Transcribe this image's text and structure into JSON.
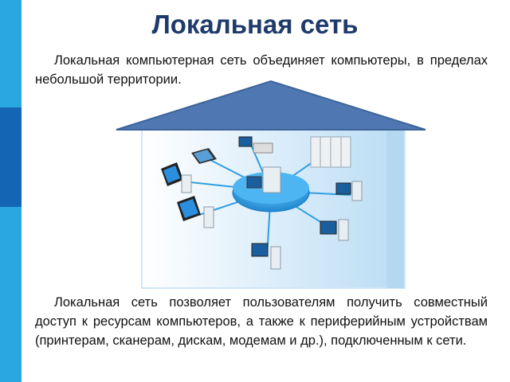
{
  "slide": {
    "title": "Локальная сеть",
    "paragraph1": "Локальная компьютерная сеть объединяет компьютеры, в пределах небольшой территории.",
    "paragraph2": "Локальная сеть позволяет пользователям получить совместный доступ к ресурсам компьютеров, а также к периферийным устройствам (принтерам, сканерам, дискам, модемам и др.), подключенным к сети."
  },
  "colors": {
    "sidebar_light": "#29a7e1",
    "sidebar_dark": "#1565b5",
    "sidebar_accent": "#1e90d6",
    "title": "#1f3a6b",
    "roof": "#4f78b2",
    "house_wall": "#c9e3f6",
    "hub": "#2f9ee0"
  },
  "diagram": {
    "icons": [
      "roof-icon",
      "house-wall-icon",
      "network-hub-icon",
      "server-icon",
      "computer-icon",
      "laptop-icon",
      "printer-icon",
      "server-rack-icon"
    ]
  }
}
